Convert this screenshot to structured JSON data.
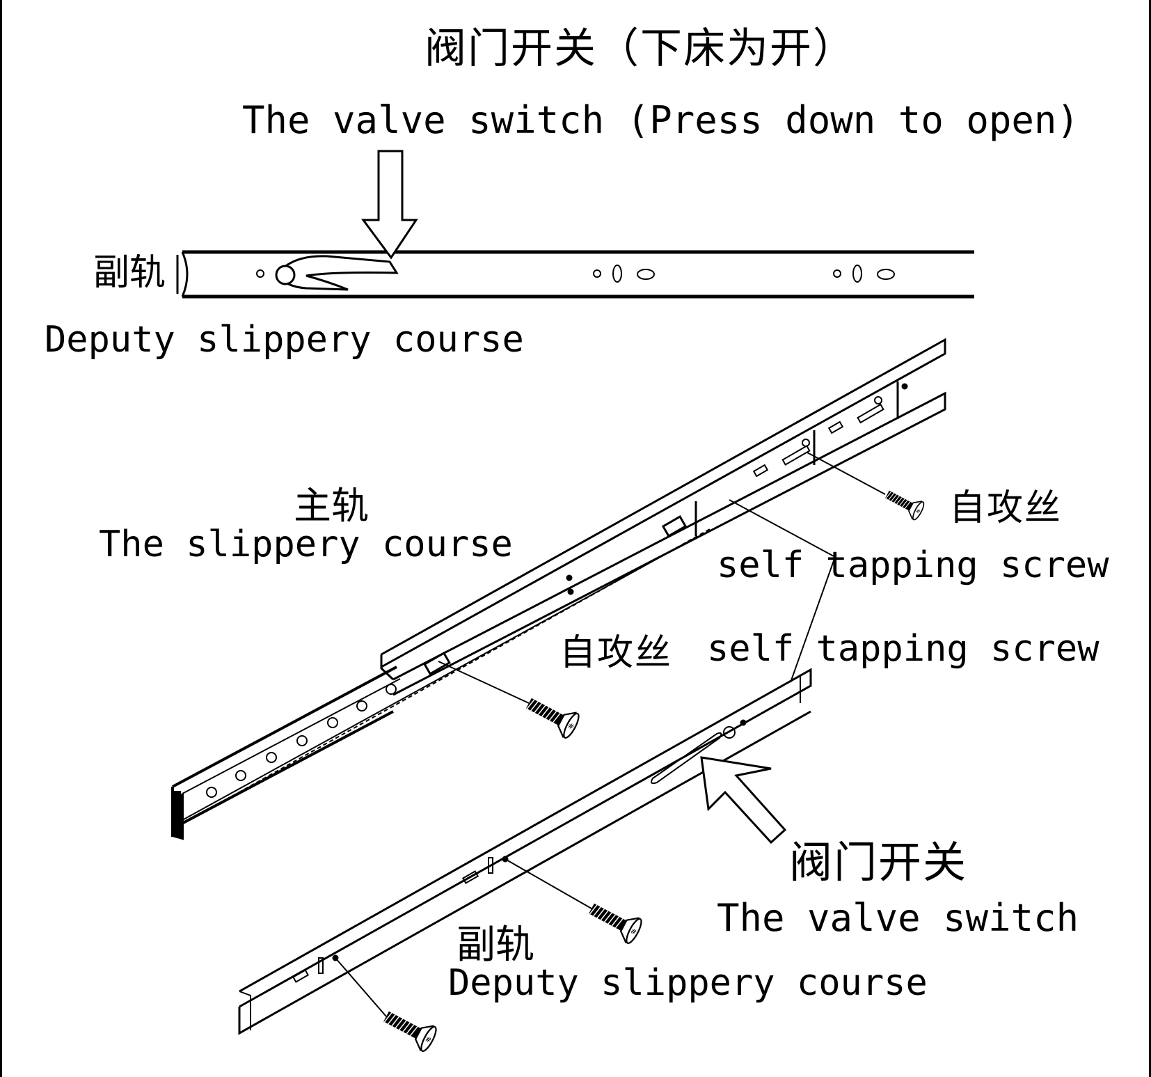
{
  "top": {
    "title_cn": "阀门开关（下床为开）",
    "title_en": "The valve switch (Press down to open)",
    "rail_cn": "副轨",
    "rail_en": "Deputy slippery course"
  },
  "main_rail": {
    "label_cn": "主轨",
    "label_en": "The slippery course"
  },
  "screws": {
    "right_cn": "自攻丝",
    "right_en": "self tapping screw",
    "middle_cn": "自攻丝",
    "middle_en": "self tapping screw"
  },
  "valve": {
    "label_cn": "阀门开关",
    "label_en": "The valve switch"
  },
  "deputy": {
    "label_cn": "副轨",
    "label_en": "Deputy slippery course"
  }
}
